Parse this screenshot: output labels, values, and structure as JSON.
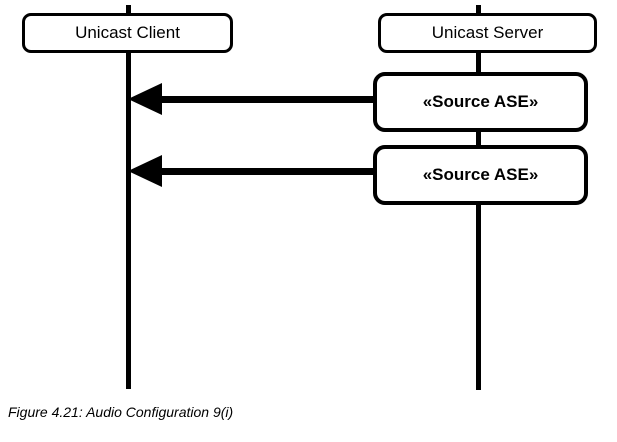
{
  "diagram": {
    "actors": [
      {
        "id": "unicast-client",
        "label": "Unicast Client"
      },
      {
        "id": "unicast-server",
        "label": "Unicast Server"
      }
    ],
    "messages": [
      {
        "label": "«Source ASE»",
        "from": "Unicast Server",
        "to": "Unicast Client",
        "direction": "right-to-left"
      },
      {
        "label": "«Source ASE»",
        "from": "Unicast Server",
        "to": "Unicast Client",
        "direction": "right-to-left"
      }
    ],
    "caption": "Figure 4.21: Audio Configuration 9(i)"
  },
  "colors": {
    "line": "#000000",
    "background": "#ffffff",
    "text": "#000000"
  }
}
